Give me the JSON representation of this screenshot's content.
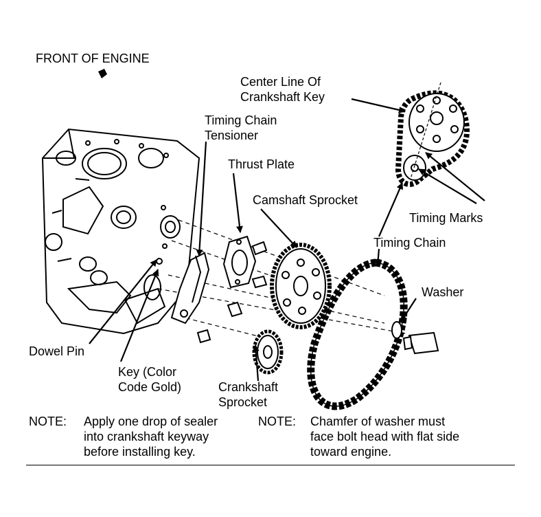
{
  "title": "FRONT OF ENGINE",
  "labels": {
    "center_line": "Center Line Of",
    "center_line_2": "Crankshaft Key",
    "tensioner": "Timing Chain",
    "tensioner_2": "Tensioner",
    "thrust_plate": "Thrust Plate",
    "camshaft_sprocket": "Camshaft Sprocket",
    "timing_marks": "Timing Marks",
    "timing_chain": "Timing Chain",
    "washer": "Washer",
    "dowel_pin": "Dowel Pin",
    "key": "Key (Color",
    "key_2": "Code Gold)",
    "crankshaft_sprocket": "Crankshaft",
    "crankshaft_sprocket_2": "Sprocket"
  },
  "notes": [
    {
      "keyword": "NOTE:",
      "text": "Apply one drop of sealer\ninto crankshaft keyway\nbefore installing key."
    },
    {
      "keyword": "NOTE:",
      "text": "Chamfer of washer must\nface bolt head with flat side\ntoward engine."
    }
  ]
}
